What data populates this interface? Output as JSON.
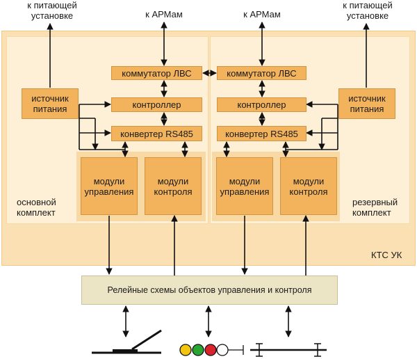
{
  "top": {
    "power_left": "к питающей\nустановке",
    "arm_left": "к АРМам",
    "arm_right": "к АРМам",
    "power_right": "к питающей\nустановке"
  },
  "left": {
    "switch": "коммутатор ЛВС",
    "controller": "контроллер",
    "converter": "конвертер RS485",
    "power": "источник\nпитания",
    "mod_ctrl": "модули\nуправления",
    "mod_mon": "модули\nконтроля",
    "set_label": "основной\nкомплект"
  },
  "right": {
    "switch": "коммутатор ЛВС",
    "controller": "контроллер",
    "converter": "конвертер RS485",
    "power": "источник\nпитания",
    "mod_ctrl": "модули\nуправления",
    "mod_mon": "модули\nконтроля",
    "set_label": "резервный\nкомплект"
  },
  "kts_label": "КТС УК",
  "relay_label": "Релейные схемы объектов управления и контроля",
  "colors": {
    "lamp_yellow": "#f2c511",
    "lamp_green": "#2aa532",
    "lamp_red": "#d8242a",
    "lamp_white": "#ffffff"
  }
}
